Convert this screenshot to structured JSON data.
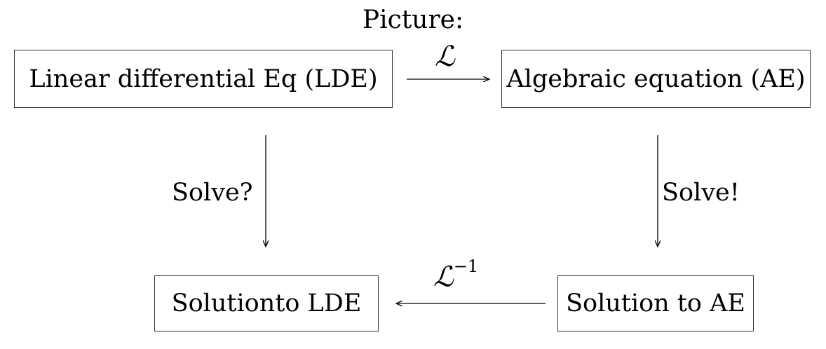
{
  "title": "Picture:",
  "nodes": {
    "lde": "Linear differential Eq (LDE)",
    "ae": "Algebraic equation (AE)",
    "sol_lde": "Solutionto LDE",
    "sol_ae": "Solution to AE"
  },
  "edges": {
    "transform_label": "ℒ",
    "inverse_label": "ℒ",
    "inverse_exponent": "−1",
    "solve_question": "Solve?",
    "solve_exclaim": "Solve!"
  }
}
